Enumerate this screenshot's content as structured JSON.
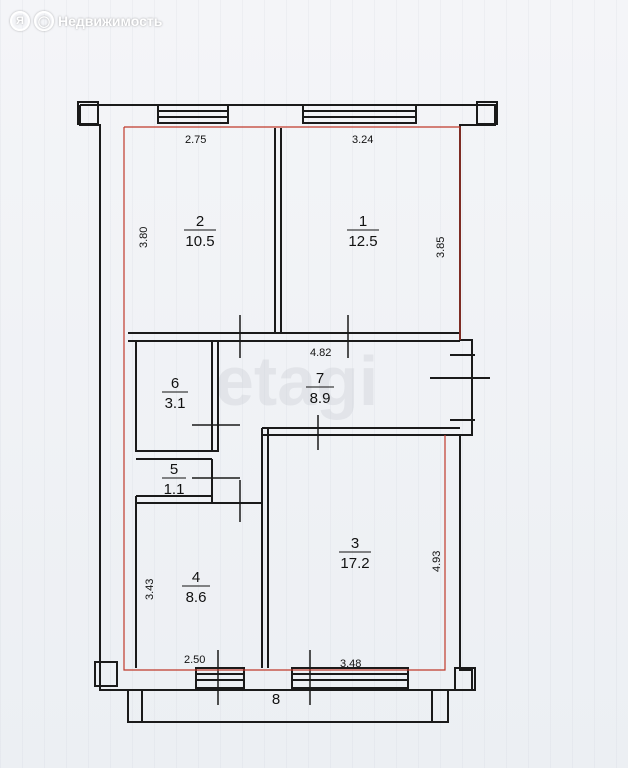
{
  "header": {
    "brand_mark": "Я",
    "brand_name": "Недвижимость"
  },
  "plan": {
    "watermark": "etagi",
    "rooms": [
      {
        "id": "room-1",
        "number": "1",
        "area": "12.5"
      },
      {
        "id": "room-2",
        "number": "2",
        "area": "10.5"
      },
      {
        "id": "room-3",
        "number": "3",
        "area": "17.2"
      },
      {
        "id": "room-4",
        "number": "4",
        "area": "8.6"
      },
      {
        "id": "room-5",
        "number": "5",
        "area": "1.1"
      },
      {
        "id": "room-6",
        "number": "6",
        "area": "3.1"
      },
      {
        "id": "room-7",
        "number": "7",
        "area": "8.9"
      }
    ],
    "balcony_number": "8",
    "dimensions": {
      "top_left": "2.75",
      "top_right": "3.24",
      "left_upper": "3.80",
      "right_upper": "3.85",
      "hall": "4.82",
      "left_lower": "3.43",
      "right_lower": "4.93",
      "bottom_left": "2.50",
      "bottom_right": "3.48"
    },
    "colors": {
      "wall": "#1a1a1a",
      "outline": "#c0392b"
    }
  }
}
